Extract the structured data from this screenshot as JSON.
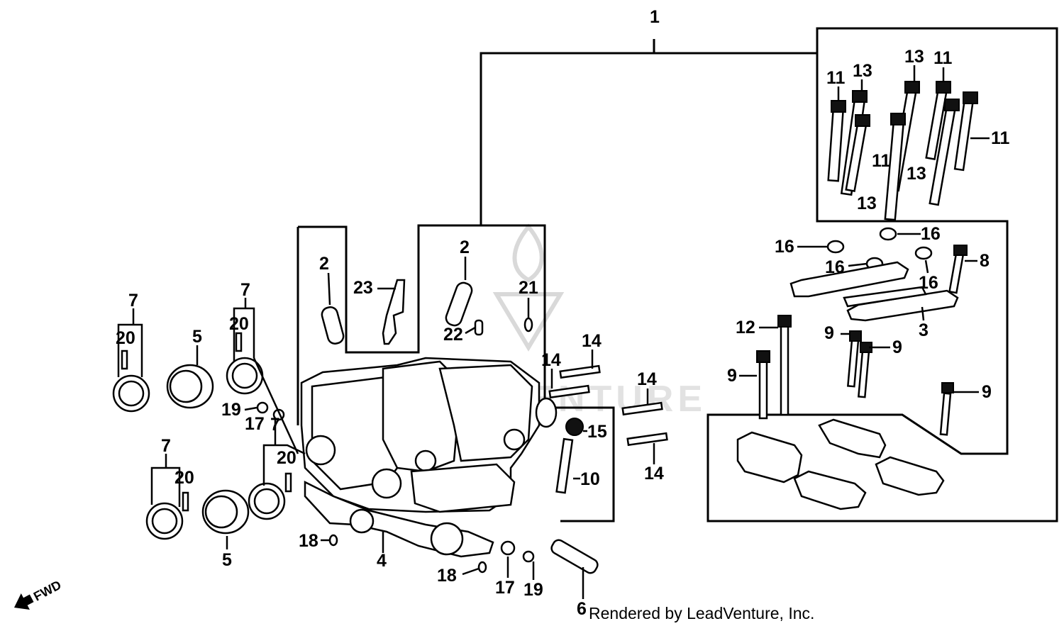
{
  "diagram": {
    "callouts": {
      "c1": "1",
      "c2a": "2",
      "c2b": "2",
      "c3": "3",
      "c4": "4",
      "c5a": "5",
      "c5b": "5",
      "c6": "6",
      "c7a": "7",
      "c7b": "7",
      "c7c": "7",
      "c7d": "7",
      "c8": "8",
      "c9a": "9",
      "c9b": "9",
      "c9c": "9",
      "c9d": "9",
      "c10": "10",
      "c11a": "11",
      "c11b": "11",
      "c11c": "11",
      "c11d": "11",
      "c12": "12",
      "c13a": "13",
      "c13b": "13",
      "c13c": "13",
      "c13d": "13",
      "c14a": "14",
      "c14b": "14",
      "c14c": "14",
      "c14d": "14",
      "c15": "15",
      "c16a": "16",
      "c16b": "16",
      "c16c": "16",
      "c16d": "16",
      "c17a": "17",
      "c17b": "17",
      "c18a": "18",
      "c18b": "18",
      "c19a": "19",
      "c19b": "19",
      "c20a": "20",
      "c20b": "20",
      "c20c": "20",
      "c21": "21",
      "c22": "22",
      "c23": "23"
    },
    "fwd_label": "FWD",
    "watermark": "LEADVENTURE",
    "footer": "Rendered by LeadVenture, Inc."
  }
}
